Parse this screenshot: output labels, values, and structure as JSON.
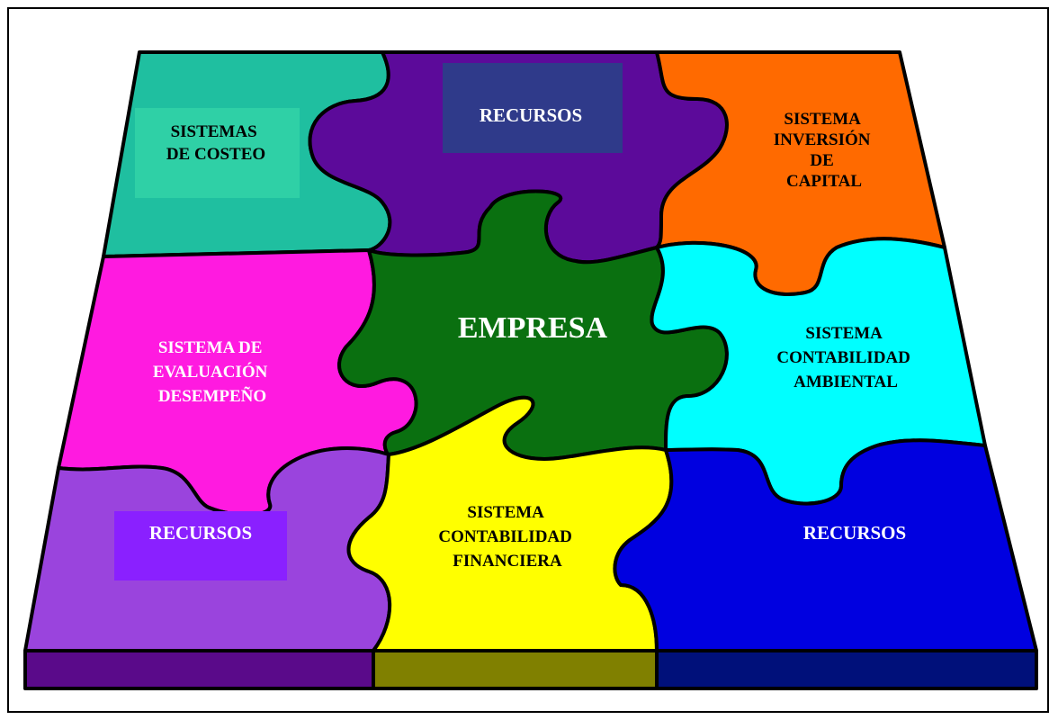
{
  "pieces": {
    "sistemas_costeo": {
      "lines": [
        "SISTEMAS",
        "DE COSTEO"
      ],
      "color": "#1fbfa0",
      "text_color": "#000000",
      "box_color": "#2fd0a6"
    },
    "recursos_top": {
      "lines": [
        "RECURSOS"
      ],
      "color": "#5c0a9a",
      "text_color": "#ffffff",
      "box_color": "#2f3a8a"
    },
    "sistema_inversion": {
      "lines": [
        "SISTEMA",
        "INVERSIÓN",
        "DE",
        "CAPITAL"
      ],
      "color": "#ff6a00",
      "text_color": "#000000"
    },
    "evaluacion": {
      "lines": [
        "SISTEMA DE",
        "EVALUACIÓN",
        "DESEMPEÑO"
      ],
      "color": "#ff1ae0",
      "text_color": "#ffffff"
    },
    "empresa": {
      "lines": [
        "EMPRESA"
      ],
      "color": "#0a7010",
      "text_color": "#ffffff"
    },
    "ambiental": {
      "lines": [
        "SISTEMA",
        "CONTABILIDAD",
        "AMBIENTAL"
      ],
      "color": "#00ffff",
      "text_color": "#000000"
    },
    "recursos_left": {
      "lines": [
        "RECURSOS"
      ],
      "color": "#9a44dd",
      "text_color": "#ffffff",
      "box_color": "#8a20ff"
    },
    "financiera": {
      "lines": [
        "SISTEMA",
        "CONTABILIDAD",
        "FINANCIERA"
      ],
      "color": "#ffff00",
      "text_color": "#000000"
    },
    "recursos_right": {
      "lines": [
        "RECURSOS"
      ],
      "color": "#0000e0",
      "text_color": "#ffffff"
    }
  },
  "base_colors": {
    "left": "#5a0a8a",
    "middle": "#808000",
    "right": "#00107a"
  }
}
